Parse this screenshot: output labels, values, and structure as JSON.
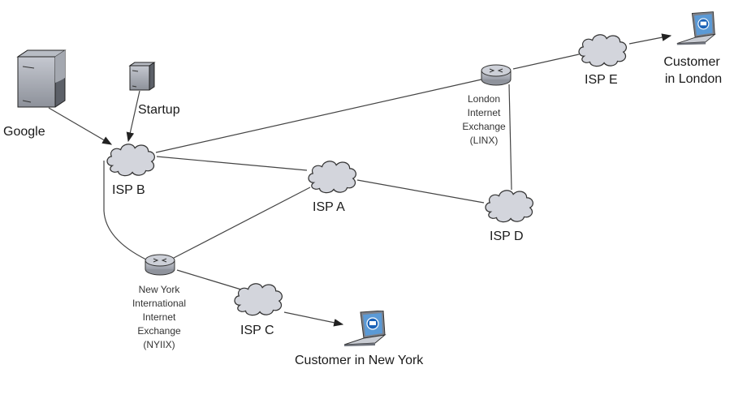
{
  "diagram": {
    "nodes": {
      "google": {
        "label": "Google",
        "type": "server"
      },
      "startup": {
        "label": "Startup",
        "type": "server"
      },
      "isp_b": {
        "label": "ISP B",
        "type": "cloud"
      },
      "isp_a": {
        "label": "ISP A",
        "type": "cloud"
      },
      "isp_c": {
        "label": "ISP C",
        "type": "cloud"
      },
      "isp_d": {
        "label": "ISP D",
        "type": "cloud"
      },
      "isp_e": {
        "label": "ISP E",
        "type": "cloud"
      },
      "linx": {
        "label_lines": [
          "London",
          "Internet",
          "Exchange",
          "(LINX)"
        ],
        "type": "router"
      },
      "nyiix": {
        "label_lines": [
          "New York",
          "International",
          "Internet",
          "Exchange",
          "(NYIIX)"
        ],
        "type": "router"
      },
      "cust_london": {
        "label_lines": [
          "Customer",
          "in London"
        ],
        "type": "laptop"
      },
      "cust_ny": {
        "label": "Customer in New York",
        "type": "laptop"
      }
    },
    "edges": [
      {
        "from": "google",
        "to": "isp_b",
        "arrow": true
      },
      {
        "from": "startup",
        "to": "isp_b",
        "arrow": true
      },
      {
        "from": "isp_b",
        "to": "linx",
        "arrow": false
      },
      {
        "from": "isp_b",
        "to": "isp_a",
        "arrow": false
      },
      {
        "from": "isp_b",
        "to": "nyiix",
        "arrow": false
      },
      {
        "from": "isp_a",
        "to": "isp_d",
        "arrow": false
      },
      {
        "from": "isp_a",
        "to": "nyiix",
        "arrow": false
      },
      {
        "from": "linx",
        "to": "isp_d",
        "arrow": false
      },
      {
        "from": "linx",
        "to": "isp_e",
        "arrow": false
      },
      {
        "from": "isp_e",
        "to": "cust_london",
        "arrow": true
      },
      {
        "from": "nyiix",
        "to": "isp_c",
        "arrow": false
      },
      {
        "from": "isp_c",
        "to": "cust_ny",
        "arrow": true
      }
    ]
  }
}
